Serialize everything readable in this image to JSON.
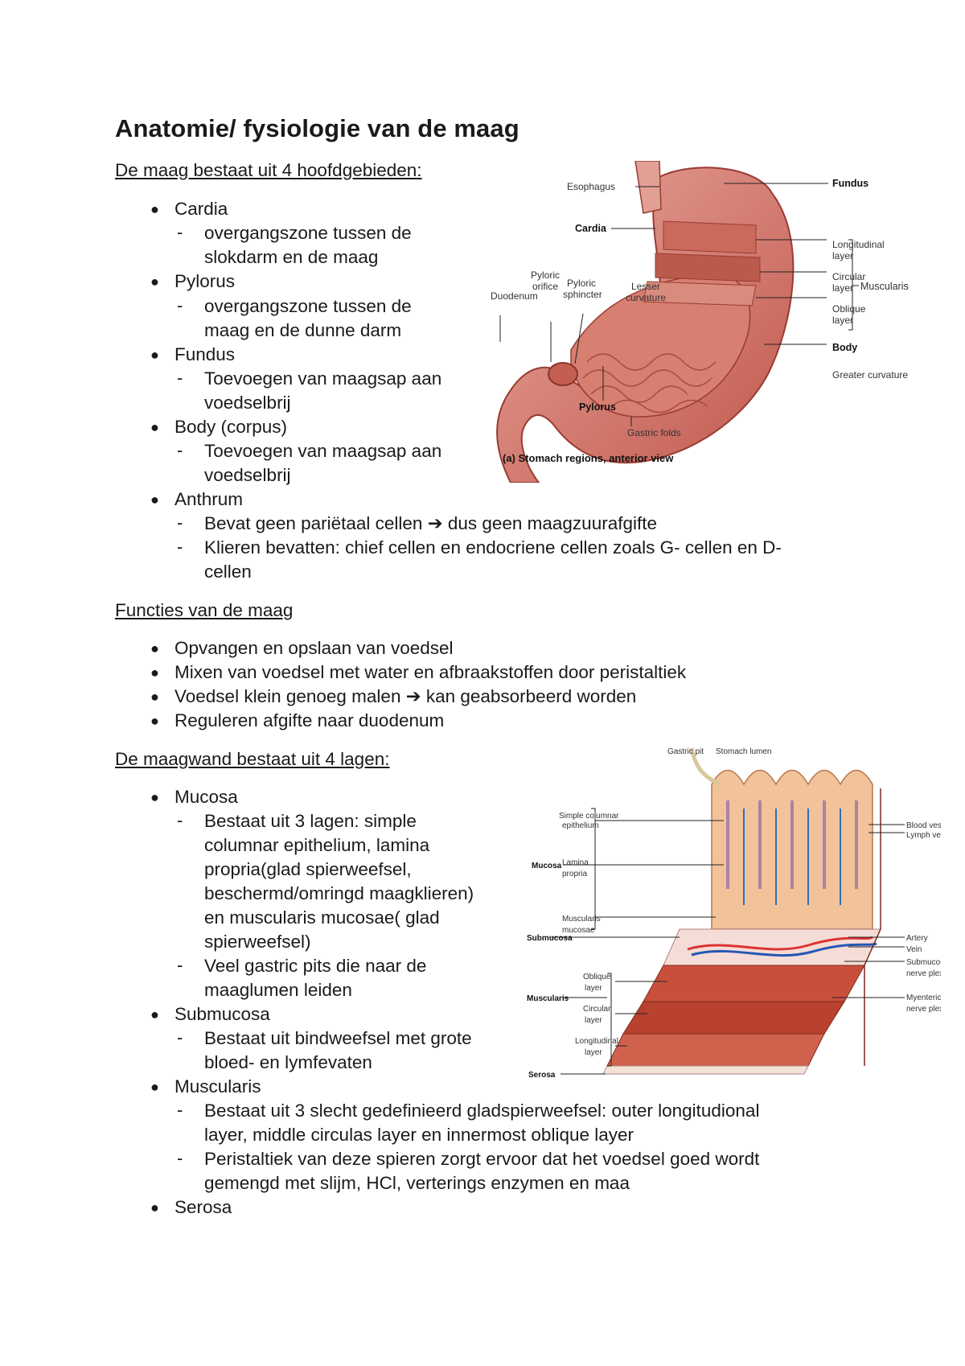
{
  "title": "Anatomie/ fysiologie van de maag",
  "section1": {
    "heading": "De maag bestaat uit 4 hoofdgebieden:",
    "items": [
      {
        "label": "Cardia",
        "sub": [
          "overgangszone tussen de",
          "slokdarm en de maag"
        ]
      },
      {
        "label": "Pylorus",
        "sub": [
          "overgangszone tussen de",
          "maag en de dunne darm"
        ]
      },
      {
        "label": "Fundus",
        "sub": [
          "Toevoegen van maagsap aan",
          "voedselbrij"
        ]
      },
      {
        "label": "Body (corpus)",
        "sub": [
          "Toevoegen van maagsap aan",
          "voedselbrij"
        ]
      },
      {
        "label": "Anthrum",
        "sub": [
          "Bevat geen pariëtaal cellen",
          "dus geen maagzuurafgifte",
          "Klieren bevatten: chief cellen en endocriene cellen zoals G- cellen en D-",
          "cellen"
        ]
      }
    ]
  },
  "section2": {
    "heading": "Functies van de maag",
    "items": [
      "Opvangen en opslaan van voedsel",
      "Mixen van voedsel met water en afbraakstoffen door peristaltiek",
      "Voedsel klein genoeg malen",
      "kan geabsorbeerd worden",
      "Reguleren afgifte naar duodenum"
    ]
  },
  "section3": {
    "heading": "De maagwand bestaat uit 4 lagen:",
    "items": [
      {
        "label": "Mucosa",
        "sub": [
          "Bestaat uit 3 lagen: simple",
          "columnar epithelium, lamina",
          "propria(glad spierweefsel,",
          "beschermd/omringd maagklieren)",
          "en muscularis mucosae( glad",
          "spierweefsel)",
          "Veel gastric pits die naar de",
          "maaglumen leiden"
        ]
      },
      {
        "label": "Submucosa",
        "sub": [
          "Bestaat uit bindweefsel met grote",
          "bloed- en lymfevaten"
        ]
      },
      {
        "label": "Muscularis",
        "sub": [
          "Bestaat uit 3 slecht gedefinieerd gladspierweefsel: outer longitudional",
          "layer, middle circulas layer en innermost oblique layer",
          "Peristaltiek van deze spieren zorgt ervoor dat het voedsel goed wordt",
          "gemengd met slijm, HCl, verterings enzymen en maa"
        ]
      },
      {
        "label": "Serosa",
        "sub": []
      }
    ]
  },
  "figure1": {
    "labels": {
      "esophagus": "Esophagus",
      "fundus": "Fundus",
      "cardia": "Cardia",
      "longitudinal": "Longitudinal",
      "circular": "Circular",
      "oblique": "Oblique",
      "layer": "layer",
      "muscularis": "Muscularis",
      "body": "Body",
      "greater": "Greater curvature",
      "pyloric_orifice_1": "Pyloric",
      "pyloric_orifice_2": "orifice",
      "pyloric_sphincter_1": "Pyloric",
      "pyloric_sphincter_2": "sphincter",
      "lesser_1": "Lesser",
      "lesser_2": "curvature",
      "duodenum": "Duodenum",
      "pylorus": "Pylorus",
      "gastric_folds": "Gastric folds",
      "caption": "(a) Stomach regions, anterior view"
    }
  },
  "figure2": {
    "labels": {
      "gastric_pit": "Gastric pit",
      "stomach_lumen": "Stomach lumen",
      "simple_columnar_1": "Simple columnar",
      "simple_columnar_2": "epithelium",
      "mucosa": "Mucosa",
      "lamina_1": "Lamina",
      "lamina_2": "propria",
      "muscularis_mucosae_1": "Muscularis",
      "muscularis_mucosae_2": "mucosae",
      "submucosa": "Submucosa",
      "oblique_1": "Oblique",
      "oblique_2": "layer",
      "muscularis": "Muscularis",
      "circular_1": "Circular",
      "circular_2": "layer",
      "longitudinal_1": "Longitudinal",
      "longitudinal_2": "layer",
      "serosa": "Serosa",
      "blood_vessel": "Blood vessel",
      "lymph_vessel": "Lymph vesse",
      "artery": "Artery",
      "vein": "Vein",
      "submucosal_1": "Submucosal",
      "submucosal_2": "nerve plexus",
      "myenteric_1": "Myenteric",
      "myenteric_2": "nerve plexus"
    }
  }
}
